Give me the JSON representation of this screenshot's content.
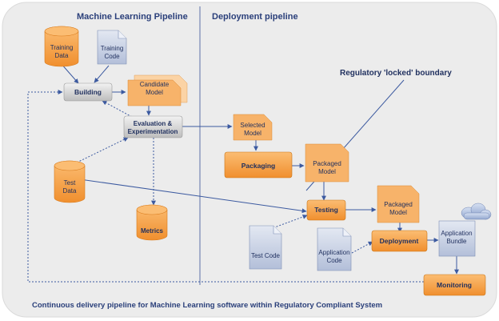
{
  "sections": {
    "ml_title": "Machine Learning Pipeline",
    "deploy_title": "Deployment pipeline"
  },
  "annotations": {
    "regulatory_boundary": "Regulatory 'locked' boundary",
    "caption": "Continuous delivery pipeline for Machine Learning software within Regulatory Compliant System"
  },
  "nodes": {
    "training_data": [
      "Training",
      "Data"
    ],
    "training_code": [
      "Training",
      "Code"
    ],
    "building": [
      "Building"
    ],
    "candidate_model": [
      "Candidate",
      "Model"
    ],
    "evaluation": [
      "Evaluation &",
      "Experimentation"
    ],
    "test_data": [
      "Test",
      "Data"
    ],
    "metrics": [
      "Metrics"
    ],
    "selected_model": [
      "Selected",
      "Model"
    ],
    "packaging": [
      "Packaging"
    ],
    "packaged_model_1": [
      "Packaged",
      "Model"
    ],
    "testing": [
      "Testing"
    ],
    "packaged_model_2": [
      "Packaged",
      "Model"
    ],
    "test_code": [
      "Test Code"
    ],
    "application_code": [
      "Application",
      "Code"
    ],
    "deployment": [
      "Deployment"
    ],
    "application_bundle": [
      "Application",
      "Bundle"
    ],
    "monitoring": [
      "Monitoring"
    ]
  },
  "colors": {
    "background": "#ffffff",
    "panel": "#ececec",
    "orange": "#f7a34a",
    "orange_light": "#fbd3a5",
    "gray_box": "#d4d4d4",
    "doc_blue": "#c7d0e4",
    "divider": "#5b6fa8",
    "title_blue": "#2a3f7a",
    "connector": "#3c5aa0"
  }
}
